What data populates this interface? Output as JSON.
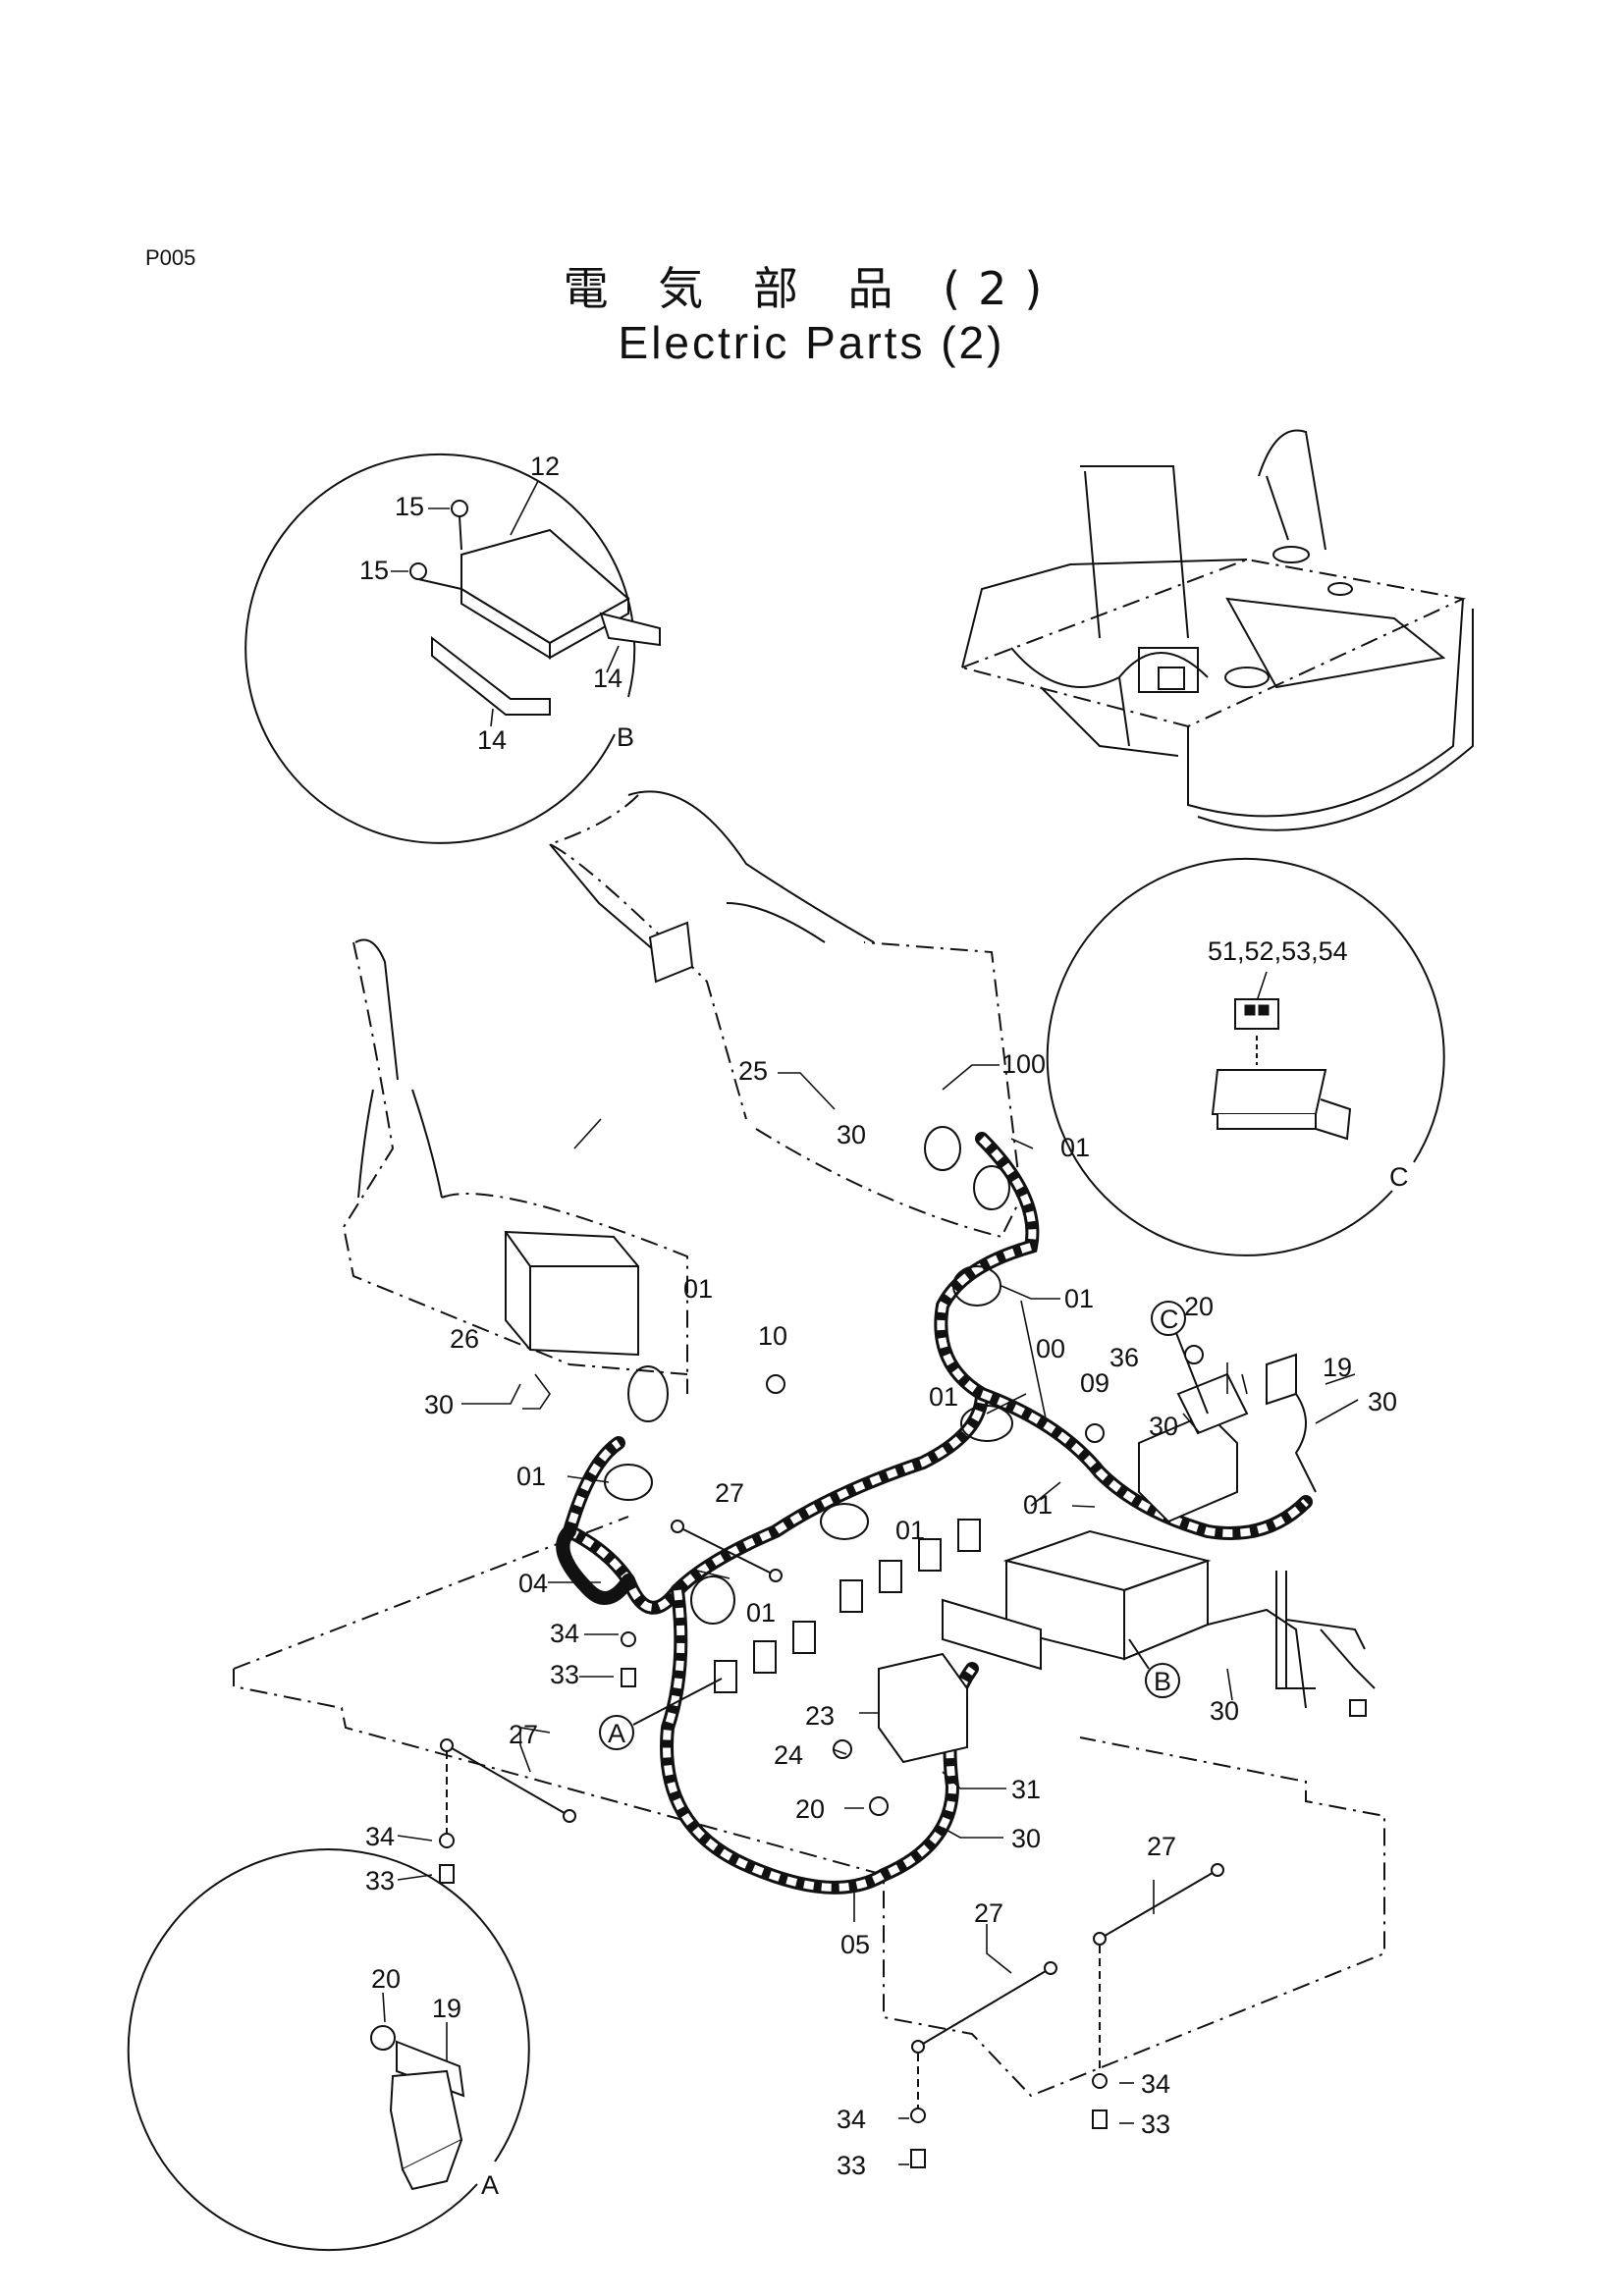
{
  "page": {
    "id": "P005"
  },
  "title": {
    "jp": "電 気 部 品 (2)",
    "en": "Electric Parts (2)"
  },
  "details": {
    "b": {
      "letter": "B",
      "labels": [
        "12",
        "15",
        "15",
        "14",
        "14"
      ]
    },
    "c": {
      "letter": "C",
      "labels": [
        "51,52,53,54"
      ]
    },
    "a": {
      "letter": "A",
      "labels": [
        "20",
        "19"
      ]
    }
  },
  "callouts": {
    "c_marker": "C",
    "b_marker": "B",
    "a_marker": "A",
    "n25": "25",
    "n100": "100",
    "n30a": "30",
    "n01a": "01",
    "n01b": "01",
    "n01c": "01",
    "n26": "26",
    "n30b": "30",
    "n01d": "01",
    "n10": "10",
    "n00": "00",
    "n09": "09",
    "n36": "36",
    "n20a": "20",
    "n19": "19",
    "n30c": "30",
    "n30d": "30",
    "n01e": "01",
    "n01f": "01",
    "n27a": "27",
    "n01g": "01",
    "n04": "04",
    "n34a": "34",
    "n33a": "33",
    "n01h": "01",
    "n23": "23",
    "n24": "24",
    "n20b": "20",
    "n31": "31",
    "n30e": "30",
    "n30f": "30",
    "n05": "05",
    "n27b": "27",
    "n34b": "34",
    "n33b": "33",
    "n27c": "27",
    "n27d": "27",
    "n34c": "34",
    "n33c": "33",
    "n34d": "34",
    "n33d": "33"
  }
}
